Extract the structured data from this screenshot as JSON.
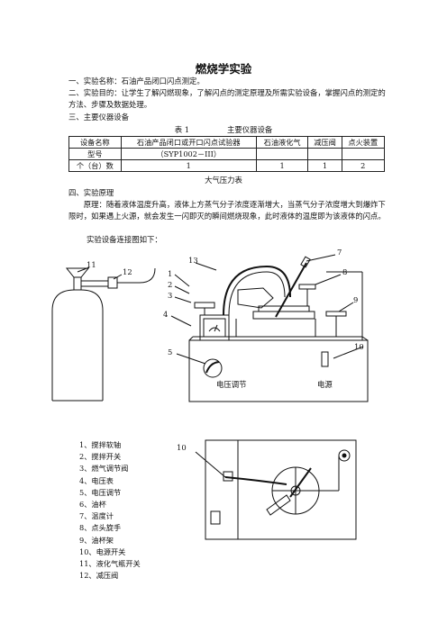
{
  "title": "燃烧学实验",
  "sections": {
    "name": "一、实验名称：石油产品闭口闪点测定。",
    "purpose": "二、实验目的：让学生了解闪燃现象，了解闪点的测定原理及所需实验设备，掌握闪点的测定的方法、步骤及数据处理。",
    "equipment": "三、主要仪器设备",
    "principle_heading": "四、实验原理",
    "principle_text": "原理：随着液体温度升高，液体上方蒸气分子浓度逐渐增大，当蒸气分子浓度增大到爆炸下限时，如果遇上火源，就会发生一闪即灭的瞬间燃烧现象，此时液体的温度即为该液体的闪点。",
    "connection": "实验设备连接图如下："
  },
  "table": {
    "caption": "表 1　　　　　主要仪器设备",
    "rows": [
      [
        "设备名称",
        "石油产品闭口或开口闪点试验器",
        "石油液化气",
        "减压阀",
        "点火装置"
      ],
      [
        "型号",
        "（SYP1002－III）",
        "",
        "",
        ""
      ],
      [
        "个（台）数",
        "1",
        "1",
        "1",
        "2"
      ]
    ],
    "footer": "大气压力表"
  },
  "diagram": {
    "callouts": [
      "1",
      "2",
      "3",
      "4",
      "5",
      "7",
      "8",
      "9",
      "10",
      "11",
      "12",
      "13"
    ],
    "voltage_label": "电压调节",
    "power_label": "电源",
    "plan_callout": "10"
  },
  "legend": [
    "1、搅拌软轴",
    "2、搅拌开关",
    "3、燃气调节阀",
    "4、电压表",
    "5、电压调节",
    "6、油杯",
    "7、温度计",
    "8、点头旋手",
    "9、油杯架",
    "10、电源开关",
    "11、液化气瓶开关",
    "12、减压阀"
  ]
}
